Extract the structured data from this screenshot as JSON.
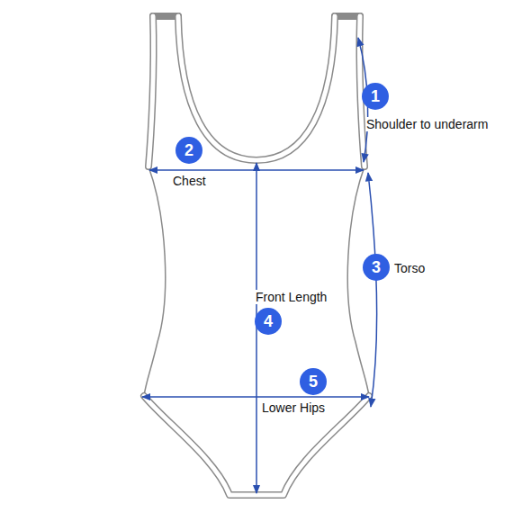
{
  "diagram": {
    "nodes": [
      {
        "text": [
          "1",
          "Shoulder to underarm"
        ]
      },
      {
        "text": [
          "2",
          "Chest"
        ]
      },
      {
        "text": [
          "3",
          "Torso"
        ]
      },
      {
        "text": [
          "4",
          "Front Length"
        ]
      },
      {
        "text": [
          "5",
          "Lower Hips"
        ]
      }
    ]
  }
}
